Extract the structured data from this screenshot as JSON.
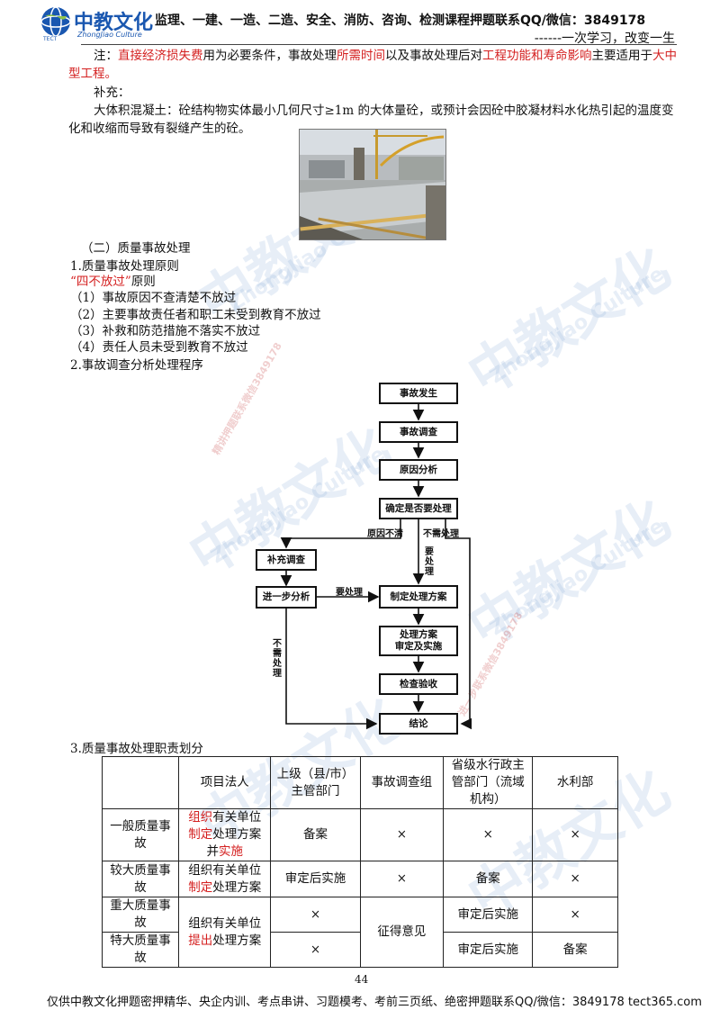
{
  "header": {
    "logo_cn": "中教文化",
    "logo_en": "ZhongJiao Culture",
    "logo_tect": "TECT",
    "title": "监理、一建、一造、二造、安全、消防、咨询、检测课程押题联系QQ/微信：3849178",
    "slogan": "------一次学习，改变一生"
  },
  "note": {
    "p1": "注：",
    "r1": "直接经济损失费",
    "p2": "用为必要条件，事故处理",
    "r2": "所需时间",
    "p3": "以及事故处理后对",
    "r3": "工程功能和寿命影响",
    "p4": "主要适用于",
    "r4a": "大中",
    "r4b": "型工程。"
  },
  "supplement": {
    "label": "补充：",
    "text": "大体积混凝土：砼结构物实体最小几何尺寸≥1m 的大体量砼，或预计会因砼中胶凝材料水化热引起的温度变化和收缩而导致有裂缝产生的砼。"
  },
  "section": {
    "heading": "（二）质量事故处理",
    "sub1": "1.质量事故处理原则",
    "principle_name": "“四不放过”",
    "principle_suffix": "原则",
    "items": [
      "（1）事故原因不查清楚不放过",
      "（2）主要事故责任者和职工未受到教育不放过",
      "（3）补救和防范措施不落实不放过",
      "（4）责任人员未受到教育不放过"
    ],
    "sub2": "2.事故调查分析处理程序",
    "sub3": "3.质量事故处理职责划分"
  },
  "flow": {
    "occur": "事故发生",
    "investigate": "事故调查",
    "analyze": "原因分析",
    "decide": "确定是否要处理",
    "supplement": "补充调查",
    "further": "进一步分析",
    "plan": "制定处理方案",
    "implement_l1": "处理方案",
    "implement_l2": "审定及实施",
    "inspect": "检查验收",
    "conclude": "结论",
    "lbl_unclear": "原因不清",
    "lbl_no_need": "不需处理",
    "lbl_need_v": "要处理",
    "lbl_need_h": "要处理",
    "lbl_no_need_v": "不需处理"
  },
  "table": {
    "headers": [
      "",
      "项目法人",
      "上级（县/市）主管部门",
      "事故调查组",
      "省级水行政主管部门（流域机构）",
      "水利部"
    ],
    "row1": {
      "name": "一般质量事故",
      "c1a_red": "组织",
      "c1a": "有关单位",
      "c1b_red": "制定",
      "c1b": "处理方案",
      "c1c": "并",
      "c1c_red": "实施",
      "c2": "备案",
      "c3": "×",
      "c4": "×",
      "c5": "×"
    },
    "row2": {
      "name": "较大质量事故",
      "c1a": "组织有关单位",
      "c1b_red": "制定",
      "c1b": "处理方案",
      "c2": "审定后实施",
      "c3": "×",
      "c4": "备案",
      "c5": "×"
    },
    "row3": {
      "name": "重大质量事故",
      "c1a": "组织有关单位",
      "c1b_red": "提出",
      "c1b": "处理方案",
      "c2": "×",
      "c3": "征得意见",
      "c4": "审定后实施",
      "c5": "×"
    },
    "row4": {
      "name": "特大质量事故",
      "c2": "×",
      "c4": "审定后实施",
      "c5": "备案"
    }
  },
  "page_number": "44",
  "footer": "仅供中教文化押题密押精华、央企内训、考点串讲、习题模考、考前三页纸、绝密押题联系QQ/微信：3849178  tect365.com",
  "watermark": {
    "cn": "中教文化",
    "en": "ZhongJiao Culture",
    "qq1": "精讲押题联系微信3849178",
    "qq2": "进一步联系微信3849178"
  }
}
